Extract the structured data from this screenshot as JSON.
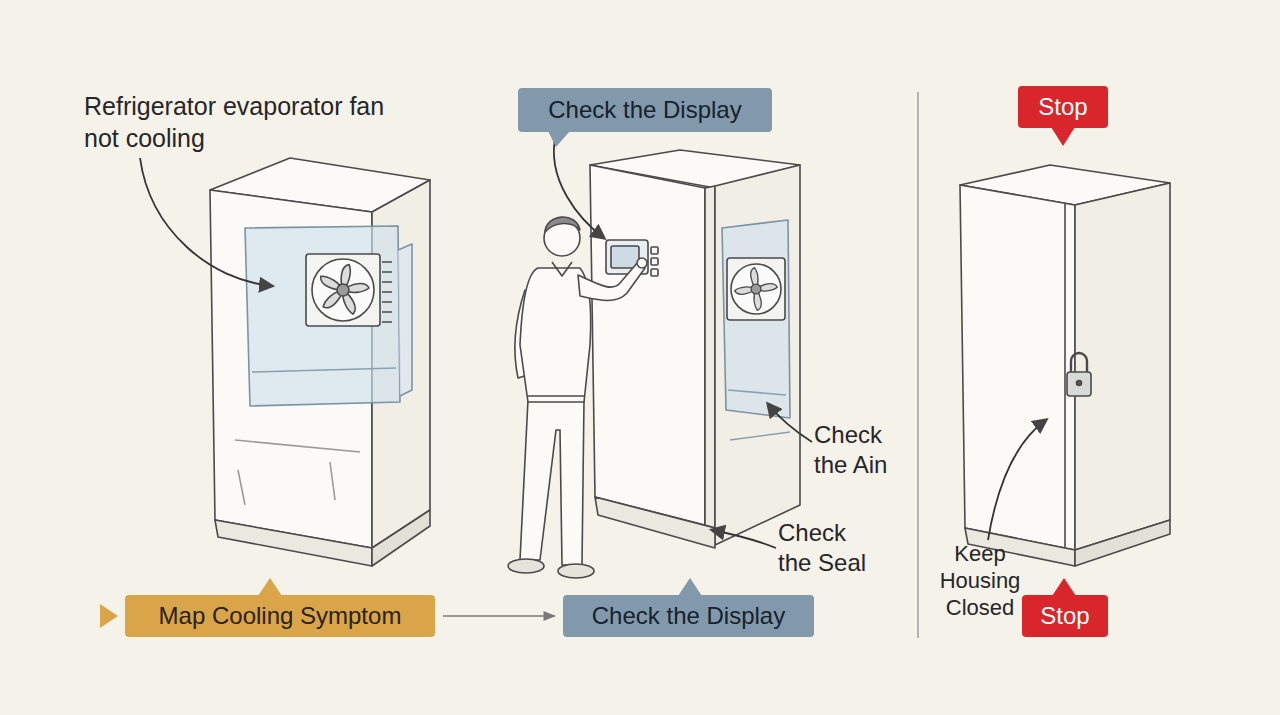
{
  "diagram": {
    "nodes": [
      {
        "text": [
          "Check the Display"
        ]
      },
      {
        "text": [
          "Stop"
        ]
      },
      {
        "text": [
          "Map Cooling Symptom"
        ]
      },
      {
        "text": [
          "Check the Display"
        ]
      },
      {
        "text": [
          "Stop"
        ]
      }
    ],
    "edges": [
      {
        "from": 2,
        "to": 3,
        "arrow": "to"
      }
    ],
    "labels": [
      "Refrigerator evaporator fan not cooling",
      "Check the Ain",
      "Check the Seal",
      "Keep Housing Closed"
    ]
  }
}
